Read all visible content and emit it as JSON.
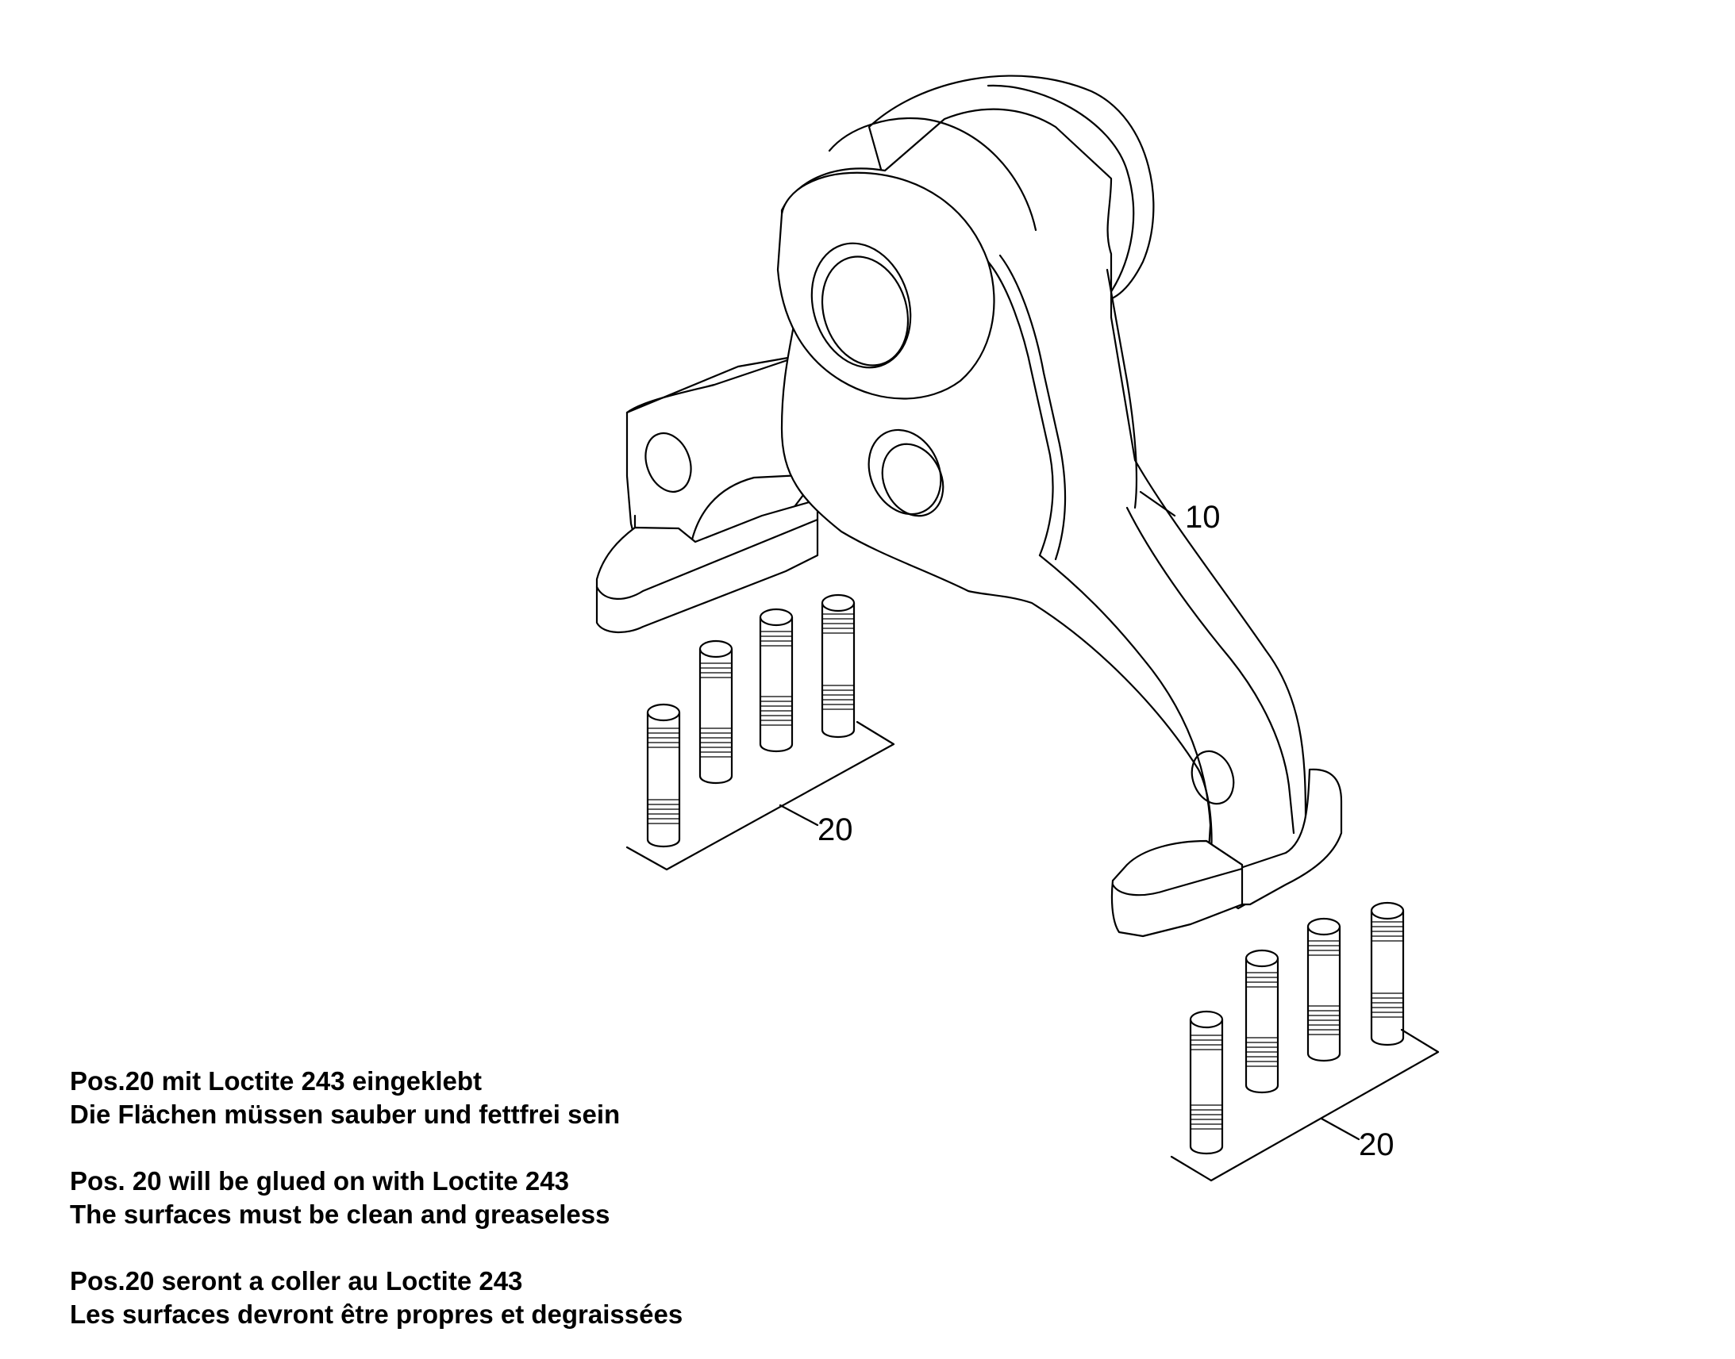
{
  "callouts": {
    "part_10": "10",
    "stud_set_upper": "20",
    "stud_set_lower": "20"
  },
  "notes": [
    {
      "language": "de",
      "line1": "Pos.20 mit Loctite 243 eingeklebt",
      "line2": "Die Flächen müssen sauber und fettfrei sein"
    },
    {
      "language": "en",
      "line1": "Pos. 20 will be glued on with Loctite 243",
      "line2": "The surfaces must be clean and greaseless"
    },
    {
      "language": "fr",
      "line1": "Pos.20 seront a coller au Loctite 243",
      "line2": "Les surfaces devront être propres et degraissées"
    }
  ]
}
